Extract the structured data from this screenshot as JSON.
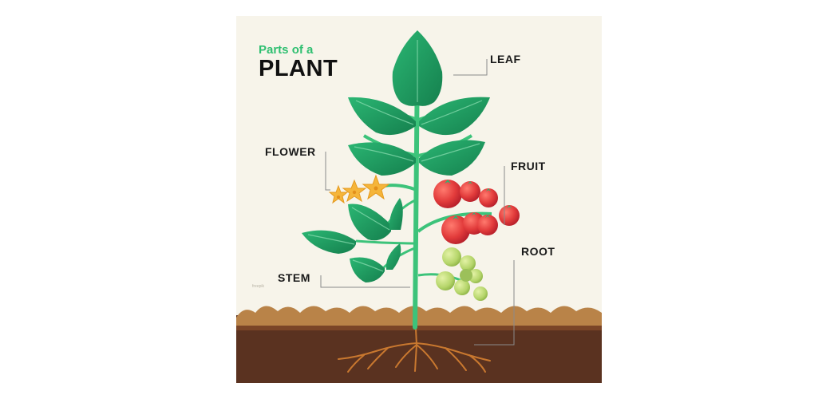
{
  "title": {
    "subtitle": "Parts of a",
    "main": "PLANT"
  },
  "labels": {
    "leaf": "LEAF",
    "flower": "FLOWER",
    "fruit": "FRUIT",
    "root": "ROOT",
    "stem": "STEM"
  },
  "credit": "freepik",
  "colors": {
    "background": "#f7f4ea",
    "leaf": "#1f9e63",
    "stem": "#3cc37a",
    "flower": "#f5b53a",
    "tomato_ripe": "#e23b3b",
    "tomato_unripe": "#b5d56a",
    "soil": "#5a3220",
    "soil_top": "#b98348",
    "root": "#c9782f",
    "title_accent": "#2fbf71"
  }
}
